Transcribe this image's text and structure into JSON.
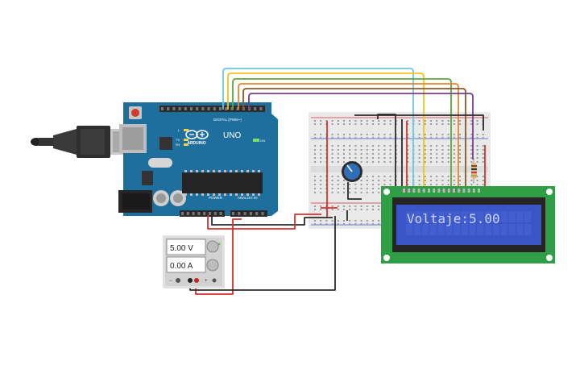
{
  "arduino": {
    "brand": "ARDUINO",
    "model": "UNO",
    "digital_label": "DIGITAL (PWM~)",
    "power_label": "POWER",
    "analog_label": "ANALOG IN",
    "led_on_label": "ON",
    "led_l_label": "L",
    "led_tx_label": "TX",
    "led_rx_label": "RX",
    "colors": {
      "board": "#1f6f9e",
      "header": "#2b2b2b"
    }
  },
  "power_supply": {
    "voltage_display": "5.00 V",
    "current_display": "0.00 A",
    "minus_label": "−",
    "plus_label": "+"
  },
  "lcd": {
    "text": "Voltaje:5.00",
    "colors": {
      "pcb": "#2f9e44",
      "screen": "#3b55c9",
      "text": "#c9d6ff"
    }
  },
  "breadboard": {
    "colors": {
      "body": "#e9e9e9",
      "rail_red": "#d63131",
      "rail_blue": "#3156d6"
    }
  },
  "wires": {
    "colors": {
      "red": "#d9302c",
      "black": "#2b2b2b",
      "cyan": "#6ec6db",
      "yellow": "#f2c21a",
      "green": "#5aa83a",
      "orange": "#e7862a",
      "purple": "#7a3d8c",
      "brown": "#8b5a2b"
    }
  }
}
